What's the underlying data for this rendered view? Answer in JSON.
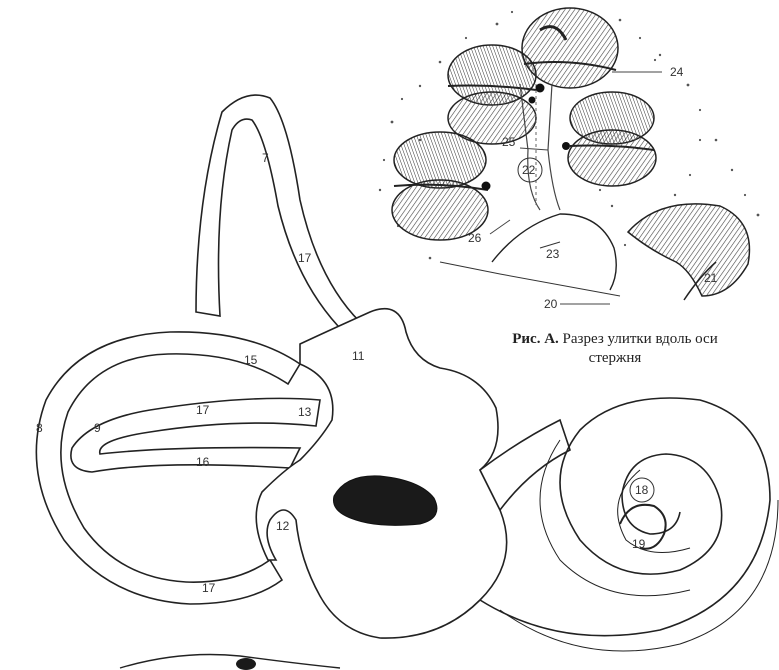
{
  "figure": {
    "caption_prefix": "Рис. А.",
    "caption_line1": "Разрез улитки вдоль оси",
    "caption_line2": "стержня"
  },
  "labels": {
    "l7": "7",
    "l17a": "17",
    "l11": "11",
    "l15": "15",
    "l8": "8",
    "l9": "9",
    "l17b": "17",
    "l13": "13",
    "l16": "16",
    "l12": "12",
    "l17c": "17",
    "l18": "18",
    "l19": "19",
    "l20": "20",
    "l21": "21",
    "l22": "22",
    "l23": "23",
    "l24": "24",
    "l25": "25",
    "l26": "26"
  },
  "colors": {
    "ink": "#222222",
    "shade": "#555555",
    "dark": "#1a1a1a"
  }
}
